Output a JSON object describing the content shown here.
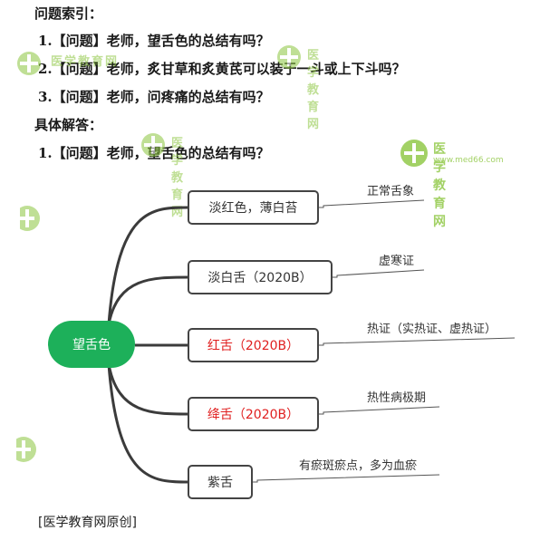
{
  "index_heading": "问题索引：",
  "questions": [
    "1.【问题】老师，望舌色的总结有吗？",
    "2.【问题】老师，炙甘草和炙黄芪可以装于一斗或上下斗吗？",
    "3.【问题】老师，问疼痛的总结有吗？"
  ],
  "answers_heading": "具体解答：",
  "answer_question": "1.【问题】老师，望舌色的总结有吗？",
  "mindmap": {
    "root": "望舌色",
    "root_color": "#1db05a",
    "branch_color": "#3b3b3b",
    "highlight_color": "#e02020",
    "branches": [
      {
        "label": "淡红色，薄白苔",
        "note": "正常舌象",
        "highlight": false
      },
      {
        "label": "淡白舌（2020B）",
        "note": "虚寒证",
        "highlight": false
      },
      {
        "label": "红舌（2020B）",
        "note": "热证（实热证、虚热证）",
        "highlight": true
      },
      {
        "label": "绛舌（2020B）",
        "note": "热性病极期",
        "highlight": true
      },
      {
        "label": "紫舌",
        "note": "有瘀斑瘀点，多为血瘀",
        "highlight": false
      }
    ]
  },
  "footer": "[医学教育网原创]",
  "watermark": {
    "name": "医学教育网",
    "url": "www.med66.com",
    "color": "#8cc63f",
    "icon": "med66-logo-icon"
  }
}
